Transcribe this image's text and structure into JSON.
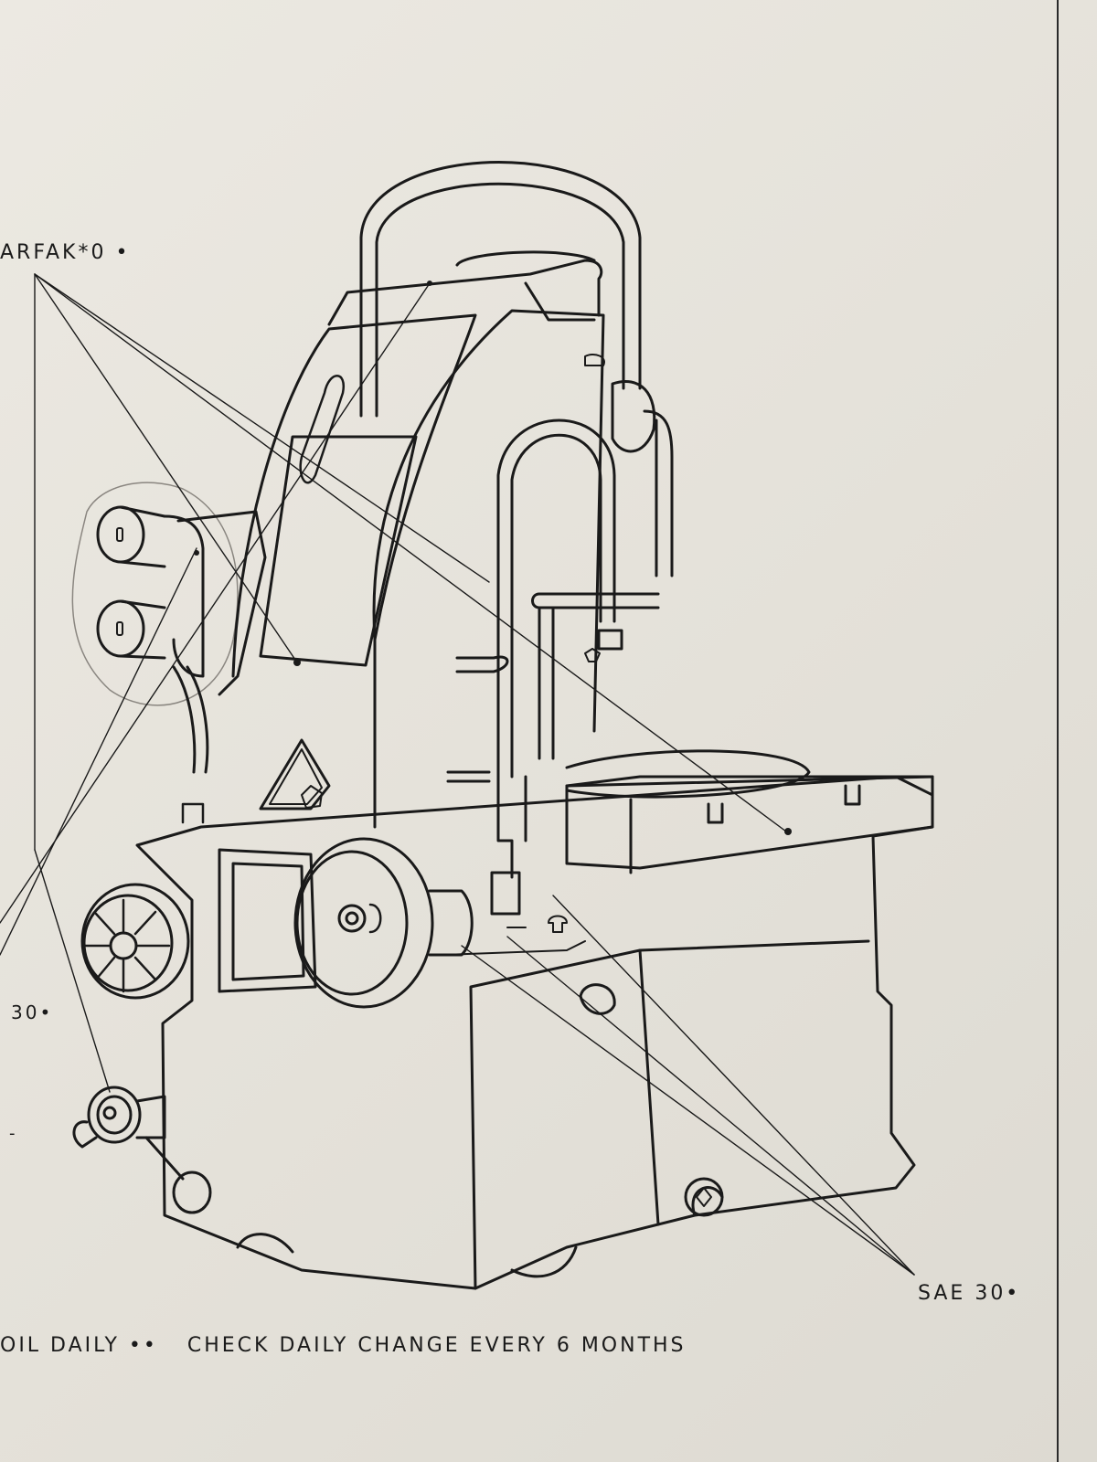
{
  "labels": {
    "grease": "ARFAK*0 •",
    "sae_left": "30•",
    "sae_right": "SAE 30•",
    "dash": "-"
  },
  "legend": {
    "oil_daily": "OIL DAILY ••",
    "check_daily": "CHECK DAILY CHANGE EVERY 6 MONTHS"
  },
  "colors": {
    "ink": "#1a1a1a",
    "paper": "#e8e5de",
    "pencil": "#8a8680"
  }
}
